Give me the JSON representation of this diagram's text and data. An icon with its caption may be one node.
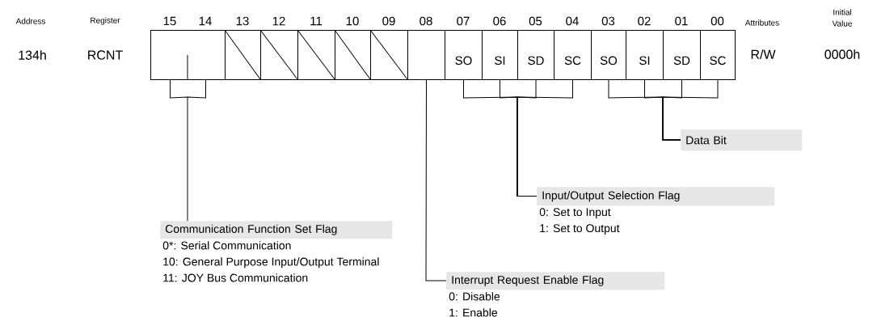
{
  "diagram": {
    "nodes": [
      {
        "text": [],
        "shape": "box"
      },
      {
        "text": [],
        "shape": "box"
      },
      {
        "text": [],
        "shape": "box"
      },
      {
        "text": [],
        "shape": "box"
      },
      {
        "text": [],
        "shape": "box"
      },
      {
        "text": [],
        "shape": "box"
      },
      {
        "text": [],
        "shape": "box"
      },
      {
        "text": [
          "SO"
        ]
      },
      {
        "text": [
          "SI"
        ]
      },
      {
        "text": [
          "SD"
        ]
      },
      {
        "text": [
          "SC"
        ]
      },
      {
        "text": [
          "SO"
        ]
      },
      {
        "text": [
          "SI"
        ]
      },
      {
        "text": [
          "SD"
        ]
      },
      {
        "text": [
          "SC"
        ]
      },
      {
        "text": [
          "Data Bit"
        ]
      },
      {
        "text": [
          "Input/Output Selection Flag",
          "0: Set to Input",
          "1: Set to Output"
        ]
      },
      {
        "text": [
          "Communication Function Set Flag",
          "0*: Serial Communication",
          "10: General Purpose Input/Output Terminal",
          "11: JOY Bus Communication"
        ]
      },
      {
        "text": [
          "Interrupt Request Enable Flag",
          "0: Disable",
          "1: Enable"
        ]
      }
    ],
    "edges": [
      {
        "from": 7,
        "to": 16,
        "arrow": "none"
      },
      {
        "from": 8,
        "to": 16,
        "arrow": "none"
      },
      {
        "from": 9,
        "to": 16,
        "arrow": "none"
      },
      {
        "from": 10,
        "to": 16,
        "arrow": "none"
      },
      {
        "from": 11,
        "to": 15,
        "arrow": "none"
      },
      {
        "from": 12,
        "to": 15,
        "arrow": "none"
      },
      {
        "from": 13,
        "to": 15,
        "arrow": "none"
      },
      {
        "from": 14,
        "to": 15,
        "arrow": "none"
      },
      {
        "from": 0,
        "to": 17,
        "arrow": "none"
      },
      {
        "from": 6,
        "to": 18,
        "arrow": "none"
      }
    ],
    "labels": [
      "Address",
      "Register",
      "15",
      "14",
      "13",
      "12",
      "11",
      "10",
      "09",
      "08",
      "07",
      "06",
      "05",
      "04",
      "03",
      "02",
      "01",
      "00",
      "Attributes",
      "Initial Value",
      "134h",
      "RCNT",
      "R/W",
      "0000h"
    ]
  }
}
